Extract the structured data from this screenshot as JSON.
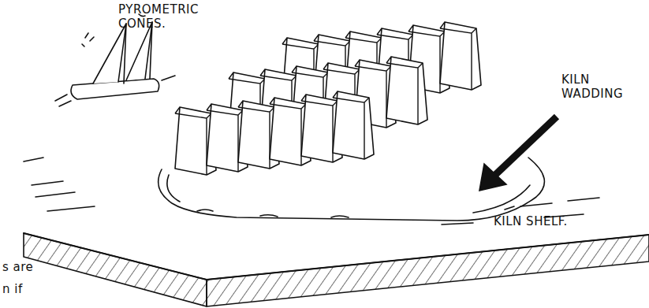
{
  "diagram": {
    "labels": [
      "PYROMETRIC CONES.",
      "KILN WADDING",
      "KILN SHELF.",
      "s are",
      "n if"
    ]
  }
}
